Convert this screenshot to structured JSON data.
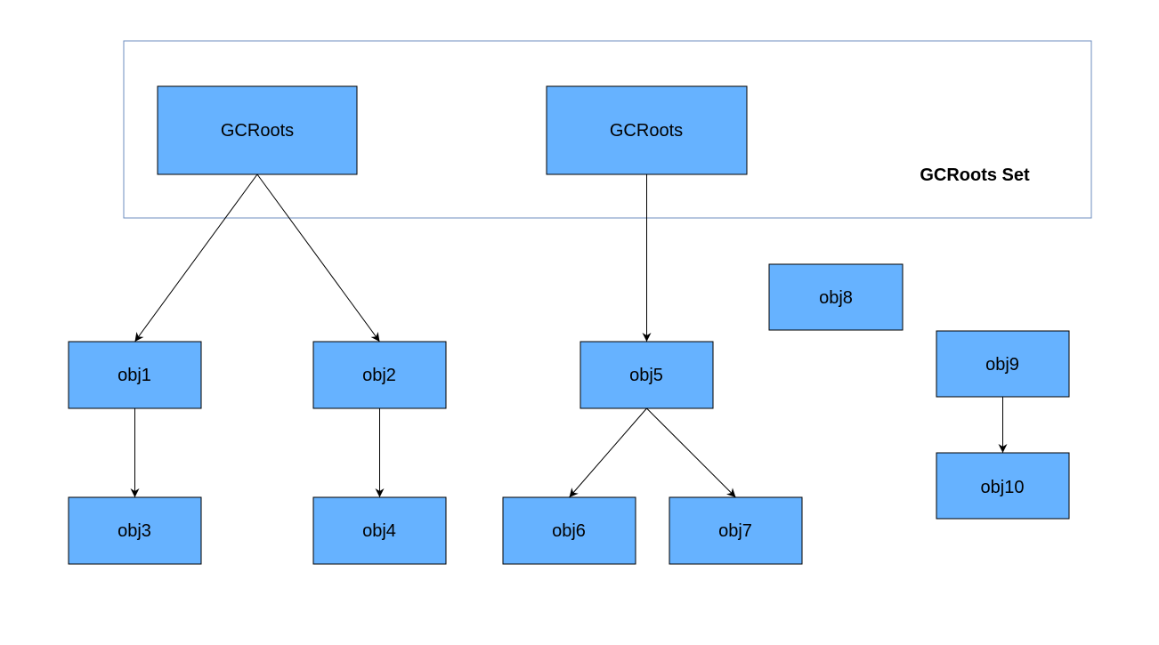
{
  "diagram": {
    "group": {
      "label": "GCRoots Set",
      "border_color": "#6c8ebf"
    },
    "node_fill": "#66b2ff",
    "nodes": {
      "root1": "GCRoots",
      "root2": "GCRoots",
      "obj1": "obj1",
      "obj2": "obj2",
      "obj3": "obj3",
      "obj4": "obj4",
      "obj5": "obj5",
      "obj6": "obj6",
      "obj7": "obj7",
      "obj8": "obj8",
      "obj9": "obj9",
      "obj10": "obj10"
    },
    "edges": [
      {
        "from": "root1",
        "to": "obj1"
      },
      {
        "from": "root1",
        "to": "obj2"
      },
      {
        "from": "root2",
        "to": "obj5"
      },
      {
        "from": "obj1",
        "to": "obj3"
      },
      {
        "from": "obj2",
        "to": "obj4"
      },
      {
        "from": "obj5",
        "to": "obj6"
      },
      {
        "from": "obj5",
        "to": "obj7"
      },
      {
        "from": "obj9",
        "to": "obj10"
      }
    ]
  }
}
